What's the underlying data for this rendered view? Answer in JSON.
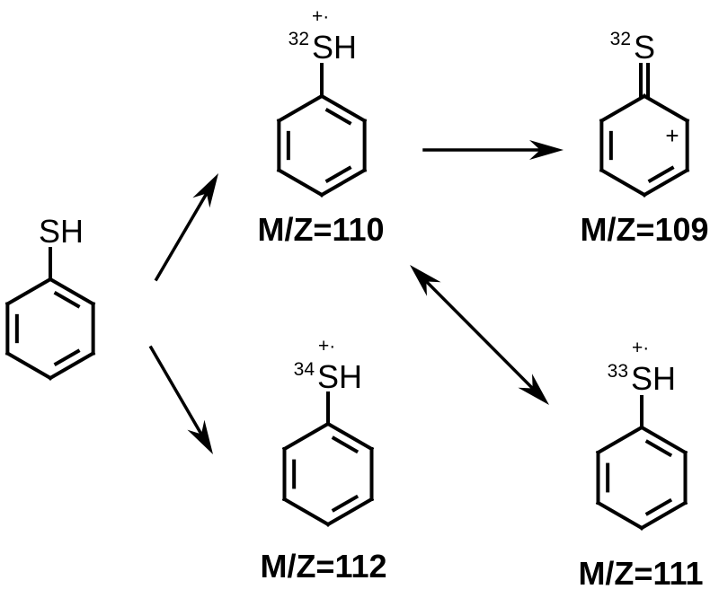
{
  "diagram": {
    "colors": {
      "ink": "#000000",
      "background": "#ffffff"
    },
    "molecules": [
      {
        "id": "thiophenol",
        "group": "SH",
        "isotope": "",
        "charge": ""
      },
      {
        "id": "ion-110",
        "group": "SH",
        "isotope": "32",
        "charge": "+·",
        "label": "M/Z=110"
      },
      {
        "id": "ion-109",
        "group": "S",
        "isotope": "32",
        "ring_charge": "+",
        "label": "M/Z=109"
      },
      {
        "id": "ion-112",
        "group": "SH",
        "isotope": "34",
        "charge": "+·",
        "label": "M/Z=112"
      },
      {
        "id": "ion-111",
        "group": "SH",
        "isotope": "33",
        "charge": "+·",
        "label": "M/Z=111"
      }
    ],
    "arrows": [
      {
        "from": "thiophenol",
        "to": "ion-110",
        "type": "forward"
      },
      {
        "from": "thiophenol",
        "to": "ion-112",
        "type": "forward"
      },
      {
        "from": "ion-110",
        "to": "ion-109",
        "type": "forward"
      },
      {
        "from": "ion-110",
        "to": "ion-111",
        "type": "equilibrium-double-headed"
      }
    ]
  }
}
